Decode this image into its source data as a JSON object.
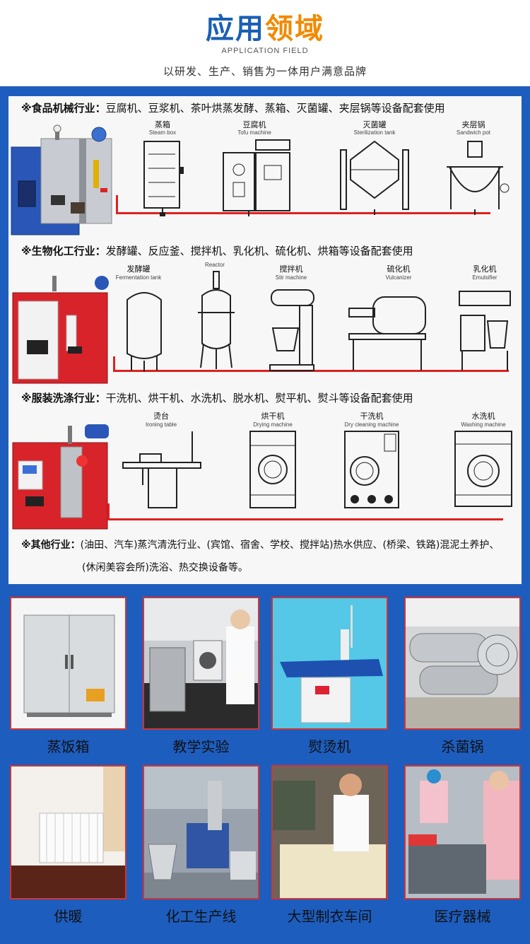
{
  "header": {
    "title_part1": "应用",
    "title_part2": "领域",
    "title_en": "APPLICATION FIELD",
    "subtitle": "以研发、生产、销售为一体用户满意品牌"
  },
  "industries": [
    {
      "title": "※食品机械行业：",
      "desc": "豆腐机、豆浆机、茶叶烘蒸发酵、蒸箱、灭菌罐、夹层锅等设备配套使用",
      "machines": [
        {
          "cn": "蒸箱",
          "en": "Steam box",
          "icon": "steam-box-icon"
        },
        {
          "cn": "豆腐机",
          "en": "Tofu machine",
          "icon": "tofu-machine-icon"
        },
        {
          "cn": "灭菌罐",
          "en": "Sterilization tank",
          "icon": "sterilization-tank-icon"
        },
        {
          "cn": "夹层锅",
          "en": "Sandwich pot",
          "icon": "sandwich-pot-icon"
        }
      ]
    },
    {
      "title": "※生物化工行业：",
      "desc": "发酵罐、反应釜、搅拌机、乳化机、硫化机、烘箱等设备配套使用",
      "machines": [
        {
          "cn": "发酵罐",
          "en": "Fermentation tank",
          "icon": "fermentation-tank-icon"
        },
        {
          "cn": "",
          "en": "Reactor",
          "icon": "reactor-icon"
        },
        {
          "cn": "搅拌机",
          "en": "Stir machine",
          "icon": "stir-machine-icon"
        },
        {
          "cn": "硫化机",
          "en": "Vulcanizer",
          "icon": "vulcanizer-icon"
        },
        {
          "cn": "乳化机",
          "en": "Emulsifier",
          "icon": "emulsifier-icon"
        }
      ]
    },
    {
      "title": "※服装洗涤行业：",
      "desc": "干洗机、烘干机、水洗机、脱水机、熨平机、熨斗等设备配套使用",
      "machines": [
        {
          "cn": "烫台",
          "en": "Ironing table",
          "icon": "ironing-table-icon"
        },
        {
          "cn": "烘干机",
          "en": "Drying machine",
          "icon": "drying-machine-icon"
        },
        {
          "cn": "干洗机",
          "en": "Dry cleaning machine",
          "icon": "dry-cleaning-machine-icon"
        },
        {
          "cn": "水洗机",
          "en": "Washing machine",
          "icon": "washing-machine-icon"
        }
      ]
    }
  ],
  "other": {
    "title": "※其他行业：",
    "line1": "(油田、汽车)蒸汽清洗行业、(宾馆、宿舍、学校、搅拌站)热水供应、(桥梁、铁路)混泥土养护、",
    "line2": "(休闲美容会所)洗浴、热交换设备等。"
  },
  "photos": [
    {
      "caption": "蒸饭箱",
      "icon": "rice-steamer-photo"
    },
    {
      "caption": "教学实验",
      "icon": "lab-photo"
    },
    {
      "caption": "熨烫机",
      "icon": "ironing-machine-photo"
    },
    {
      "caption": "杀菌锅",
      "icon": "sterilizer-photo"
    },
    {
      "caption": "供暖",
      "icon": "radiator-photo"
    },
    {
      "caption": "化工生产线",
      "icon": "chemical-line-photo"
    },
    {
      "caption": "大型制衣车间",
      "icon": "garment-workshop-photo"
    },
    {
      "caption": "医疗器械",
      "icon": "medical-instruments-photo"
    }
  ],
  "colors": {
    "frame_blue": "#1d5dbe",
    "title_blue": "#1a5fb4",
    "title_orange": "#f08a00",
    "pipe_red": "#e02020",
    "photo_border": "#d23434"
  }
}
